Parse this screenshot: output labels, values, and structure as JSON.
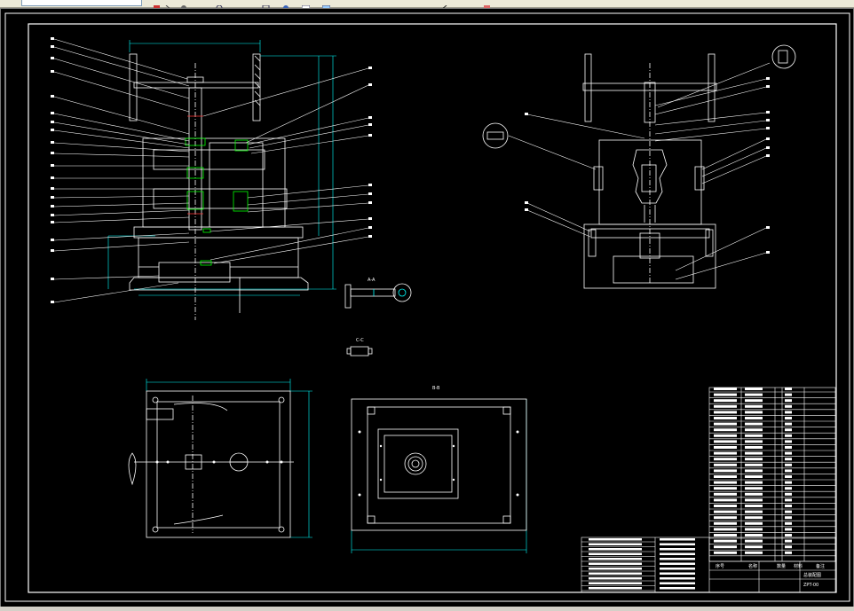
{
  "window": {
    "title": ""
  },
  "toolbar": {
    "buttons": [
      "layer-combo",
      "properties-icon",
      "match-icon",
      "pan-icon",
      "zoom-icon",
      "zoom-window-icon",
      "zoom-prev-icon",
      "table-icon",
      "grid-icon",
      "ortho-icon",
      "pencil-icon",
      "eraser-icon"
    ]
  },
  "drawing": {
    "section_a_label": "A-A",
    "section_b_label": "B-B",
    "section_c_label": "C-C",
    "title_block": {
      "bottom_row_labels": [
        "序号",
        "名称",
        "数量",
        "材料",
        "备注"
      ],
      "drawing_name": "总装配图",
      "drawing_number": "ZPT-00"
    }
  },
  "colors": {
    "background": "#000000",
    "lines": "#ffffff",
    "dimension": "#00ffff",
    "parts": "#00ff00",
    "center": "#ffffff",
    "accent": "#ff0000"
  }
}
